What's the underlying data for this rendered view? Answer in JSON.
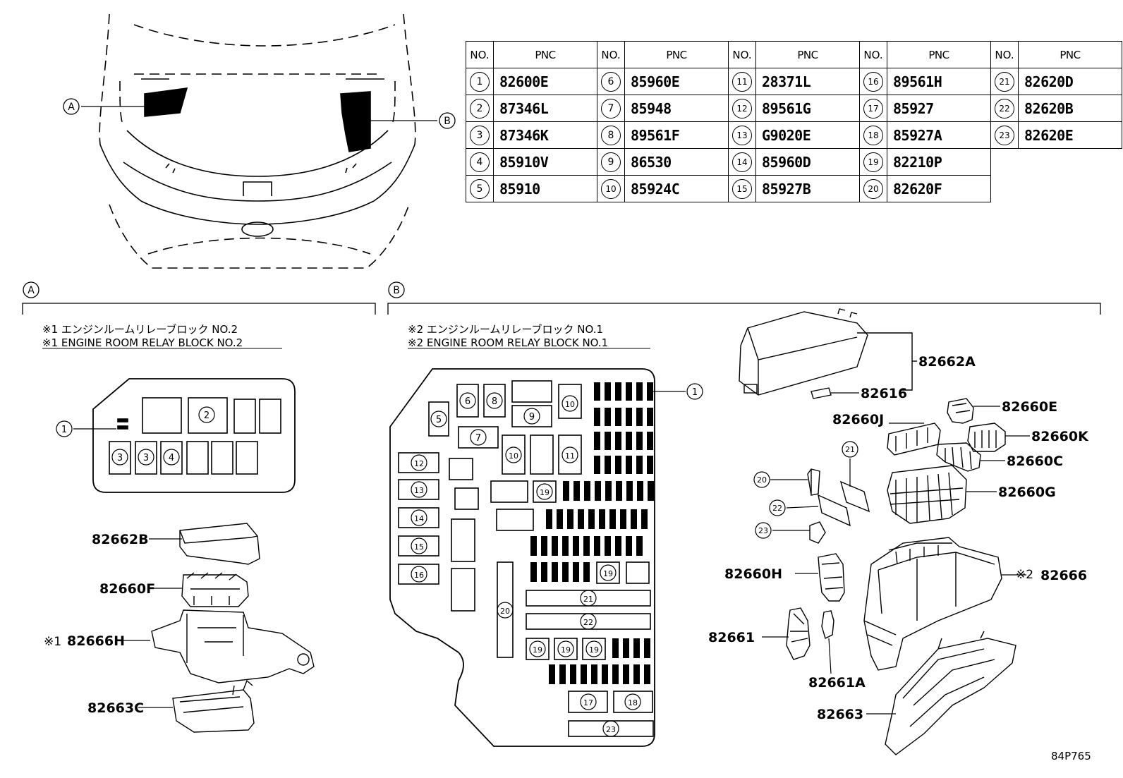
{
  "markers": {
    "a": "A",
    "b": "B"
  },
  "table": {
    "header_no": "NO.",
    "header_pnc": "PNC",
    "columns": [
      [
        {
          "no": "1",
          "pnc": "82600E"
        },
        {
          "no": "2",
          "pnc": "87346L"
        },
        {
          "no": "3",
          "pnc": "87346K"
        },
        {
          "no": "4",
          "pnc": "85910V"
        },
        {
          "no": "5",
          "pnc": "85910"
        }
      ],
      [
        {
          "no": "6",
          "pnc": "85960E"
        },
        {
          "no": "7",
          "pnc": "85948"
        },
        {
          "no": "8",
          "pnc": "89561F"
        },
        {
          "no": "9",
          "pnc": "86530"
        },
        {
          "no": "10",
          "pnc": "85924C"
        }
      ],
      [
        {
          "no": "11",
          "pnc": "28371L"
        },
        {
          "no": "12",
          "pnc": "89561G"
        },
        {
          "no": "13",
          "pnc": "G9020E"
        },
        {
          "no": "14",
          "pnc": "85960D"
        },
        {
          "no": "15",
          "pnc": "85927B"
        }
      ],
      [
        {
          "no": "16",
          "pnc": "89561H"
        },
        {
          "no": "17",
          "pnc": "85927"
        },
        {
          "no": "18",
          "pnc": "85927A"
        },
        {
          "no": "19",
          "pnc": "82210P"
        },
        {
          "no": "20",
          "pnc": "82620F"
        }
      ],
      [
        {
          "no": "21",
          "pnc": "82620D"
        },
        {
          "no": "22",
          "pnc": "82620B"
        },
        {
          "no": "23",
          "pnc": "82620E"
        }
      ]
    ]
  },
  "section_a": {
    "title_jp": "※1 エンジンルームリレーブロック NO.2",
    "title_en": "※1 ENGINE ROOM RELAY BLOCK NO.2",
    "block_labels": [
      "1",
      "2",
      "3",
      "3",
      "4"
    ],
    "parts": {
      "p1": "82662B",
      "p2": "82660F",
      "p3_note": "※1",
      "p3": "82666H",
      "p4": "82663C"
    }
  },
  "section_b": {
    "title_jp": "※2 エンジンルームリレーブロック NO.1",
    "title_en": "※2 ENGINE ROOM RELAY BLOCK NO.1",
    "block_labels": [
      "1",
      "5",
      "6",
      "7",
      "8",
      "9",
      "10",
      "10",
      "11",
      "12",
      "13",
      "14",
      "15",
      "16",
      "17",
      "18",
      "19",
      "19",
      "19",
      "19",
      "19",
      "20",
      "21",
      "22",
      "23"
    ],
    "parts": {
      "p82662A": "82662A",
      "p82616": "82616",
      "p82660E": "82660E",
      "p82660J": "82660J",
      "p82660K": "82660K",
      "p82660C": "82660C",
      "p82660G": "82660G",
      "p82660H": "82660H",
      "p82666_note": "※2",
      "p82666": "82666",
      "p82661": "82661",
      "p82661A": "82661A",
      "p82663": "82663"
    },
    "callouts": [
      "21",
      "20",
      "22",
      "23"
    ]
  },
  "figure_code": "84P765"
}
